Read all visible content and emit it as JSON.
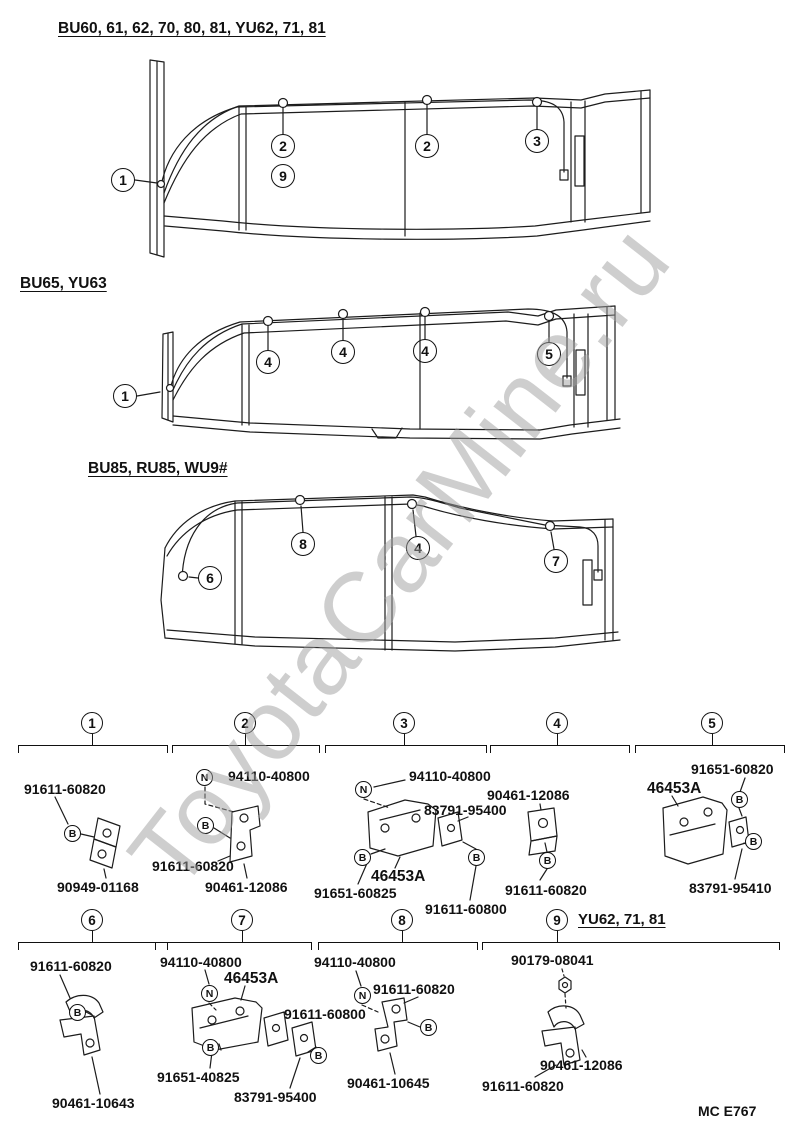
{
  "watermark": "ToyotaCarMine.ru",
  "page_code": "MC E767",
  "diagrams": [
    {
      "title": "BU60, 61, 62, 70, 80, 81, YU62, 71, 81",
      "callouts": [
        "1",
        "2",
        "9",
        "2",
        "3"
      ]
    },
    {
      "title": "BU65, YU63",
      "callouts": [
        "1",
        "4",
        "4",
        "4",
        "5"
      ]
    },
    {
      "title": "BU85, RU85, WU9#",
      "callouts": [
        "6",
        "8",
        "4",
        "7"
      ]
    }
  ],
  "groups": [
    {
      "num": "1",
      "parts": [
        "91611-60820",
        "90949-01168"
      ],
      "markers": [
        "B"
      ]
    },
    {
      "num": "2",
      "parts": [
        "94110-40800",
        "91611-60820",
        "90461-12086"
      ],
      "markers": [
        "N",
        "B"
      ]
    },
    {
      "num": "3",
      "parts": [
        "94110-40800",
        "83791-95400",
        "46453A",
        "91651-60825",
        "91611-60800"
      ],
      "markers": [
        "N",
        "B",
        "B"
      ]
    },
    {
      "num": "4",
      "parts": [
        "90461-12086",
        "91611-60820"
      ],
      "markers": [
        "B"
      ]
    },
    {
      "num": "5",
      "parts": [
        "91651-60820",
        "46453A",
        "83791-95410"
      ],
      "markers": [
        "B",
        "B"
      ]
    },
    {
      "num": "6",
      "parts": [
        "91611-60820",
        "90461-10643"
      ],
      "markers": [
        "B"
      ]
    },
    {
      "num": "7",
      "parts": [
        "94110-40800",
        "46453A",
        "91611-60800",
        "91651-40825",
        "83791-95400"
      ],
      "markers": [
        "N",
        "B",
        "B"
      ]
    },
    {
      "num": "8",
      "parts": [
        "94110-40800",
        "91611-60820",
        "90461-10645"
      ],
      "markers": [
        "N",
        "B"
      ]
    },
    {
      "num": "9",
      "qualifier": "YU62, 71, 81",
      "parts": [
        "90179-08041",
        "90461-12086",
        "91611-60820"
      ],
      "markers": []
    }
  ]
}
